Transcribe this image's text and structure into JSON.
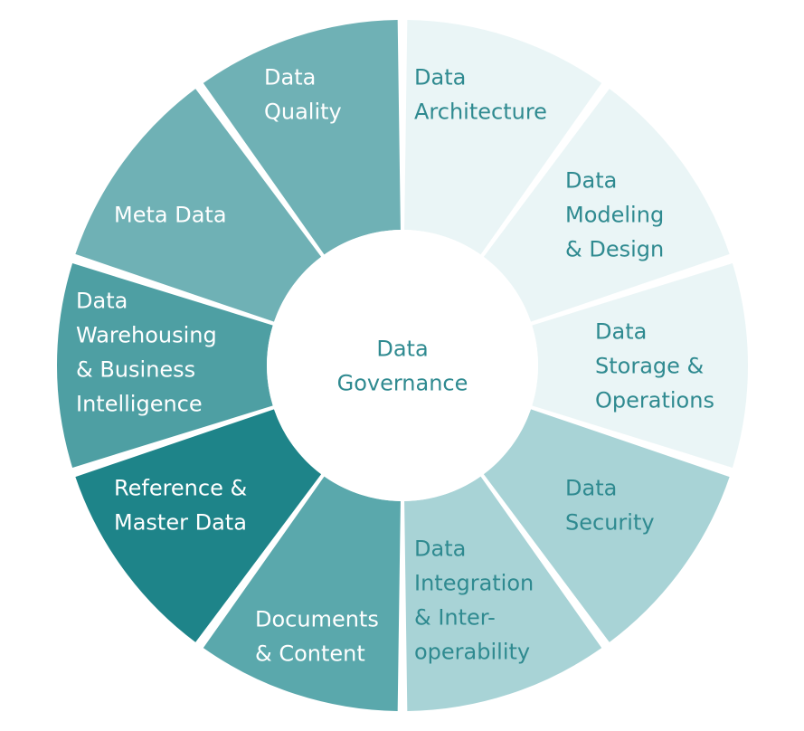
{
  "center": {
    "lines": [
      "Data",
      "Governance"
    ],
    "fill": "#ffffff",
    "text_color": "#2f8a90"
  },
  "segments": [
    {
      "id": "data-architecture",
      "lines": [
        "Data",
        "Architecture"
      ],
      "fill": "#eaf5f6",
      "text_color": "#2f8a90"
    },
    {
      "id": "data-modeling-design",
      "lines": [
        "Data",
        "Modeling",
        "& Design"
      ],
      "fill": "#eaf5f6",
      "text_color": "#2f8a90"
    },
    {
      "id": "data-storage-operations",
      "lines": [
        "Data",
        "Storage &",
        "Operations"
      ],
      "fill": "#eaf5f6",
      "text_color": "#2f8a90"
    },
    {
      "id": "data-security",
      "lines": [
        "Data",
        "Security"
      ],
      "fill": "#a8d3d6",
      "text_color": "#2f8a90"
    },
    {
      "id": "data-integration",
      "lines": [
        "Data",
        "Integration",
        "& Inter-",
        "operability"
      ],
      "fill": "#a8d3d6",
      "text_color": "#2f8a90"
    },
    {
      "id": "documents-content",
      "lines": [
        "Documents",
        "& Content"
      ],
      "fill": "#5aa8ac",
      "text_color": "#ffffff"
    },
    {
      "id": "reference-master-data",
      "lines": [
        "Reference &",
        "Master Data"
      ],
      "fill": "#1e8489",
      "text_color": "#ffffff"
    },
    {
      "id": "data-warehousing-bi",
      "lines": [
        "Data",
        "Warehousing",
        "& Business",
        "Intelligence"
      ],
      "fill": "#4e9fa3",
      "text_color": "#ffffff"
    },
    {
      "id": "meta-data",
      "lines": [
        "Meta Data"
      ],
      "fill": "#6fb1b5",
      "text_color": "#ffffff"
    },
    {
      "id": "data-quality",
      "lines": [
        "Data",
        "Quality"
      ],
      "fill": "#6fb1b5",
      "text_color": "#ffffff"
    }
  ]
}
